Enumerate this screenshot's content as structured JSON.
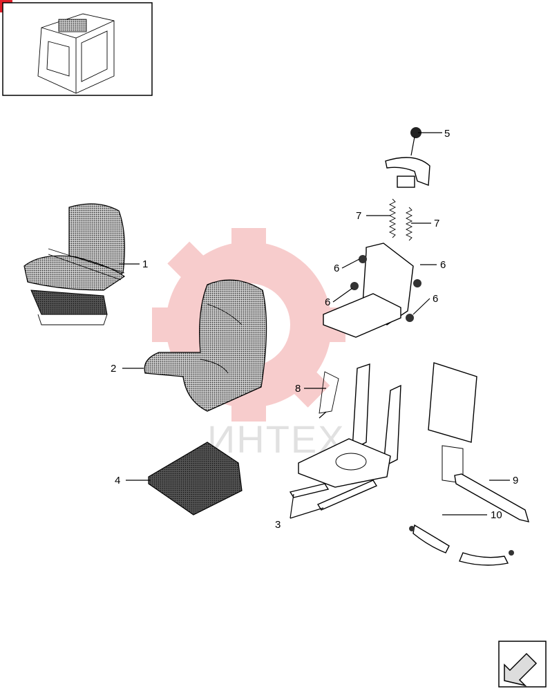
{
  "watermark": {
    "text": "ИНТЕХ",
    "color": "#f2a3a3"
  },
  "corner_badge": {
    "color": "#e0202a"
  },
  "callouts": {
    "c1": "1",
    "c2": "2",
    "c3": "3",
    "c4": "4",
    "c5": "5",
    "c6a": "6",
    "c6b": "6",
    "c6c": "6",
    "c6d": "6",
    "c7a": "7",
    "c7b": "7",
    "c8": "8",
    "c9": "9",
    "c10": "10"
  },
  "icons": {
    "thumbnail": "cab-thumbnail-icon",
    "nav": "next-page-arrow-icon"
  }
}
